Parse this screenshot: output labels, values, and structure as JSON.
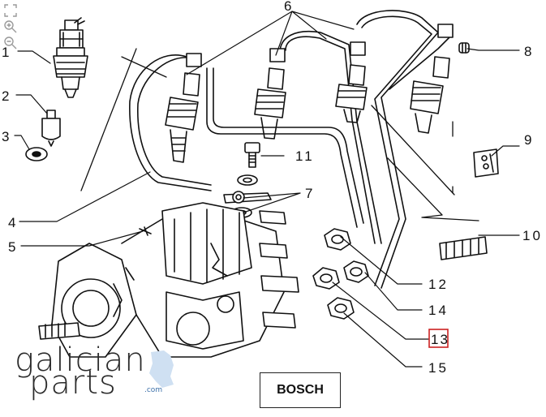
{
  "toolbar": {
    "items": [
      {
        "icon": "fullscreen-icon"
      },
      {
        "icon": "zoom-in-icon"
      },
      {
        "icon": "zoom-out-icon"
      }
    ]
  },
  "callouts": {
    "c1": "1",
    "c2": "2",
    "c3": "3",
    "c4": "4",
    "c5": "5",
    "c6": "6",
    "c7": "7",
    "c8": "8",
    "c9": "9",
    "c10": "10",
    "c11": "11",
    "c12": "12",
    "c13": "13",
    "c14": "14",
    "c15": "15"
  },
  "highlight_color": "#cc2222",
  "brand_box": "BOSCH",
  "logo": {
    "line1": "galician",
    "line2": "parts",
    "suffix": ".com"
  }
}
